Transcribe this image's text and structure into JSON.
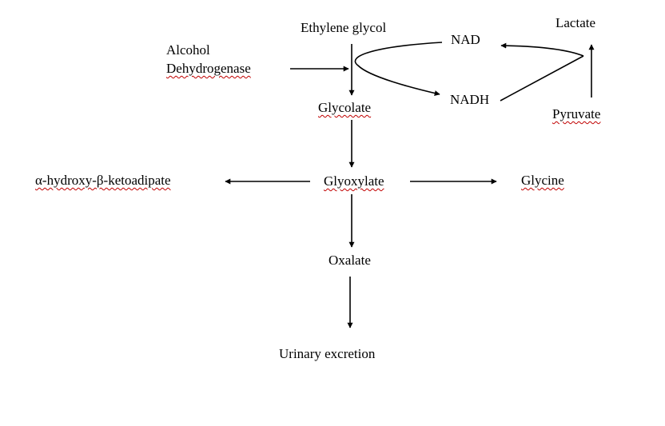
{
  "diagram": {
    "nodes": {
      "ethylene_glycol": "Ethylene glycol",
      "alcohol_dehydrogenase_line1": "Alcohol",
      "alcohol_dehydrogenase_line2": "Dehydrogenase",
      "nad": "NAD",
      "nadh": "NADH",
      "lactate": "Lactate",
      "pyruvate": "Pyruvate",
      "glycolate": "Glycolate",
      "glyoxylate": "Glyoxylate",
      "hydroxy_ketoadipate": "α-hydroxy-β-ketoadipate",
      "glycine": "Glycine",
      "oxalate": "Oxalate",
      "urinary_excretion": "Urinary excretion"
    },
    "colors": {
      "text": "#000000",
      "arrow": "#000000",
      "spellcheck_underline": "#c00000"
    }
  }
}
